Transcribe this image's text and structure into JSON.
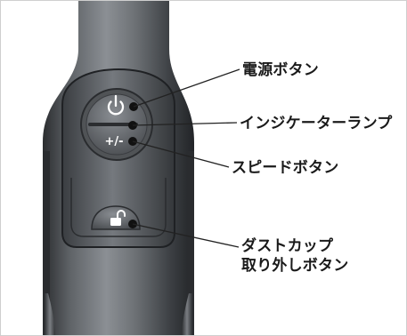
{
  "callouts": {
    "power_button": "電源ボタン",
    "indicator_lamp": "インジケーターランプ",
    "speed_button": "スピードボタン",
    "dust_cup_release_line1": "ダストカップ",
    "dust_cup_release_line2": "取り外しボタン"
  },
  "device_buttons": {
    "power_symbol": "⏻",
    "speed_symbol": "+/-"
  },
  "icons": {
    "power": "power-icon",
    "unlock": "unlock-icon"
  },
  "colors": {
    "body_dark": "#3a3d41",
    "body_light": "#7a7e83",
    "button_bezel": "#5b5e62",
    "dot": "#111111",
    "leader_line": "#222222"
  }
}
